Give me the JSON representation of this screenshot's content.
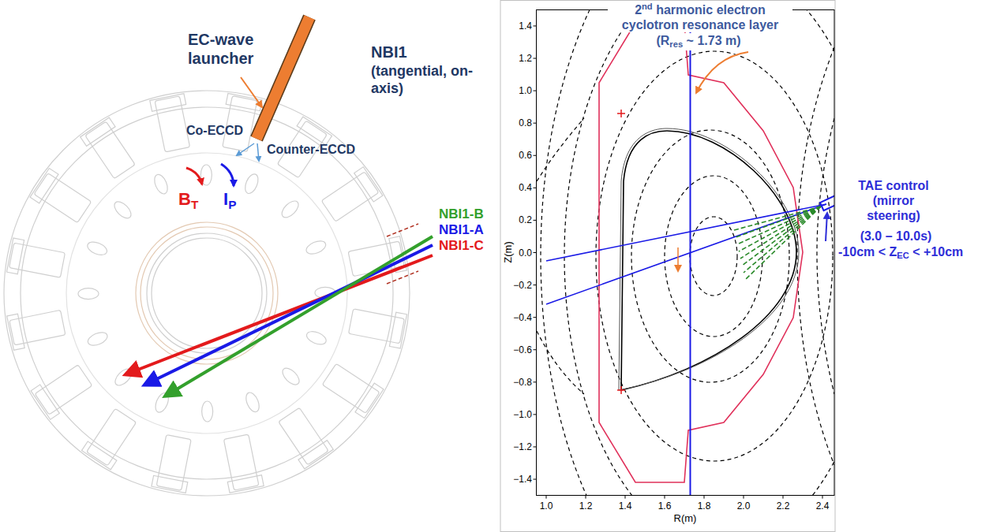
{
  "diagram": {
    "labels": [
      "EC-wave launcher",
      "Co-ECCD",
      "Counter-ECCD",
      "B",
      "T",
      "I",
      "P",
      "NBI1",
      "(tangential, on-axis)",
      "NBI1-B",
      "NBI1-A",
      "NBI1-C",
      "2",
      "nd",
      "harmonic electron cyclotron resonance layer",
      "(R",
      "res",
      "~ 1.73 m)",
      "TAE control (mirror steering)",
      "(3.0 – 10.0s)",
      "-10cm < Z",
      "EC",
      "< +10cm",
      "R(m)",
      "Z(m)",
      "1.0",
      "1.2",
      "1.4",
      "1.6",
      "1.8",
      "2.0",
      "2.2",
      "2.4",
      "1.4",
      "1.2",
      "1.0",
      "0.8",
      "0.6",
      "0.4",
      "0.2",
      "0.0",
      "−0.2",
      "−0.4",
      "−0.6",
      "−0.8",
      "−1.0",
      "−1.2",
      "−1.4"
    ]
  }
}
